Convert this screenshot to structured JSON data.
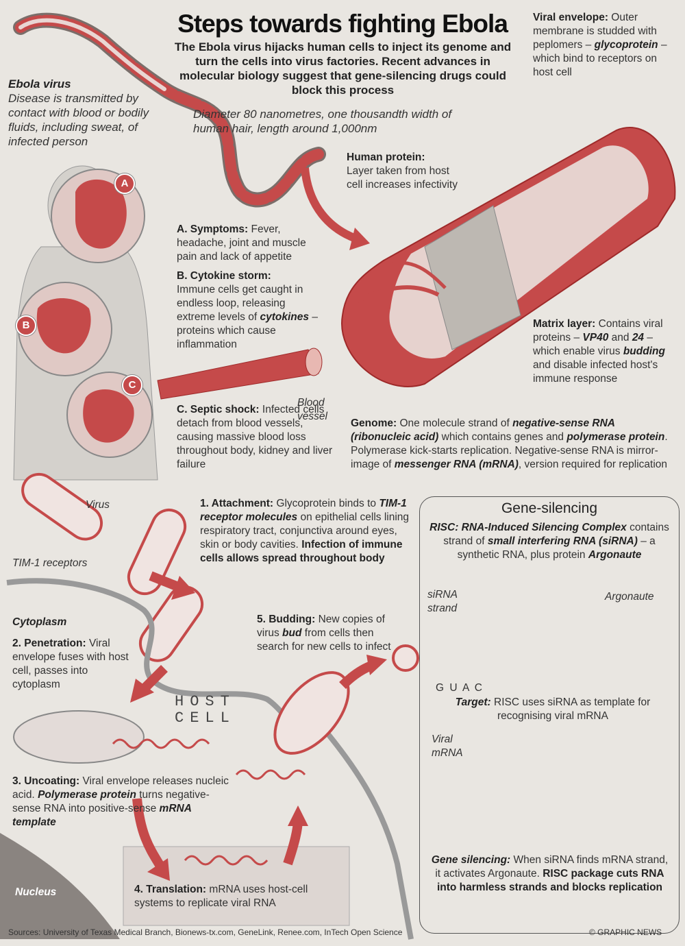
{
  "header": {
    "title": "Steps towards fighting Ebola",
    "subtitle": "The Ebola virus hijacks human cells to inject its genome and turn the cells into virus factories. Recent advances in molecular biology suggest that gene-silencing drugs could block this process",
    "diameter": "Diameter 80 nanometres, one thousandth width of human hair, length around 1,000nm"
  },
  "ebola": {
    "heading": "Ebola virus",
    "text": "Disease is transmitted by contact with blood or bodily fluids, including sweat, of infected person"
  },
  "envelope": {
    "heading": "Viral envelope:",
    "text1": "Outer membrane is studded with peplomers –",
    "term": "glycoprotein",
    "text2": "– which bind to receptors on host cell"
  },
  "human_protein": {
    "heading": "Human protein:",
    "text": "Layer taken from host cell increases infectivity"
  },
  "symptoms": {
    "a_heading": "A. Symptoms:",
    "a_text": "Fever, headache, joint and muscle pain and lack of appetite",
    "b_heading": "B. Cytokine storm:",
    "b_text1": "Immune cells get caught in endless loop, releasing extreme levels of",
    "b_term": "cytokines",
    "b_text2": "– proteins which cause inflammation",
    "c_heading": "C. Septic shock:",
    "c_text": "Infected cells detach from blood vessels, causing massive blood loss throughout body, kidney and liver failure",
    "blood_vessel": "Blood vessel",
    "badge_a": "A",
    "badge_b": "B",
    "badge_c": "C"
  },
  "matrix": {
    "heading": "Matrix layer:",
    "text1": "Contains viral proteins –",
    "t1": "VP40",
    "and": "and",
    "t2": "24",
    "text2": "– which enable virus",
    "t3": "budding",
    "text3": "and disable infected host's immune response"
  },
  "genome": {
    "heading": "Genome:",
    "text1": "One molecule strand of",
    "t1": "negative-sense RNA (ribonucleic acid)",
    "text2": "which contains genes and",
    "t2": "polymerase protein",
    "text3": ". Polymerase kick-starts replication. Negative-sense RNA is mirror-image of",
    "t3": "messenger RNA (mRNA)",
    "text4": ", version required for replication"
  },
  "steps": {
    "virus": "Virus",
    "tim1": "TIM-1 receptors",
    "cytoplasm": "Cytoplasm",
    "host_cell": "HOST CELL",
    "nucleus": "Nucleus",
    "s1_heading": "1. Attachment:",
    "s1_text1": "Glycoprotein binds to",
    "s1_term": "TIM-1 receptor molecules",
    "s1_text2": "on epithelial cells lining respiratory tract, conjunctiva around eyes, skin or body cavities.",
    "s1_bold": "Infection of immune cells allows spread throughout body",
    "s2_heading": "2. Penetration:",
    "s2_text": "Viral envelope fuses with host cell, passes into cytoplasm",
    "s3_heading": "3. Uncoating:",
    "s3_text1": "Viral envelope releases nucleic acid.",
    "s3_term": "Polymerase protein",
    "s3_text2": "turns negative-sense RNA into positive-sense",
    "s3_term2": "mRNA template",
    "s4_heading": "4. Translation:",
    "s4_text": "mRNA uses host-cell systems to replicate viral RNA",
    "s5_heading": "5. Budding:",
    "s5_text1": "New copies of virus",
    "s5_term": "bud",
    "s5_text2": "from cells then search for new cells to infect"
  },
  "gene_silencing": {
    "title": "Gene-silencing",
    "risc_term": "RISC: RNA-Induced Silencing Complex",
    "risc_text1": "contains strand of",
    "risc_t1": "small interfering RNA (siRNA)",
    "risc_text2": "– a synthetic RNA, plus protein",
    "risc_t2": "Argonaute",
    "sirna_strand": "siRNA strand",
    "argonaute": "Argonaute",
    "guac": "G U A C",
    "target_heading": "Target:",
    "target_text": "RISC uses siRNA as template for recognising viral mRNA",
    "viral_mrna": "Viral mRNA",
    "silencing_heading": "Gene silencing:",
    "silencing_text": "When siRNA finds mRNA strand, it activates Argonaute.",
    "silencing_bold": "RISC package cuts RNA into harmless strands and blocks replication"
  },
  "footer": {
    "sources": "Sources: University of Texas Medical Branch, Bionews-tx.com, GeneLink, Renee.com, InTech Open Science",
    "credit": "© GRAPHIC NEWS"
  },
  "colors": {
    "accent": "#c54a4a",
    "dark_red": "#9e2a2a",
    "body_grey": "#d4d1cc"
  }
}
